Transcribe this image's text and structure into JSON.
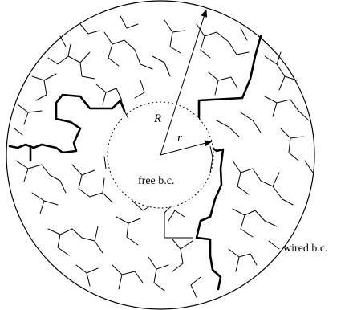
{
  "labels": {
    "outer_radius": "R",
    "inner_radius": "r",
    "inner_boundary": "free b.c.",
    "outer_boundary": "wired b.c."
  },
  "colors": {
    "ink": "#000000",
    "background": "#ffffff"
  }
}
